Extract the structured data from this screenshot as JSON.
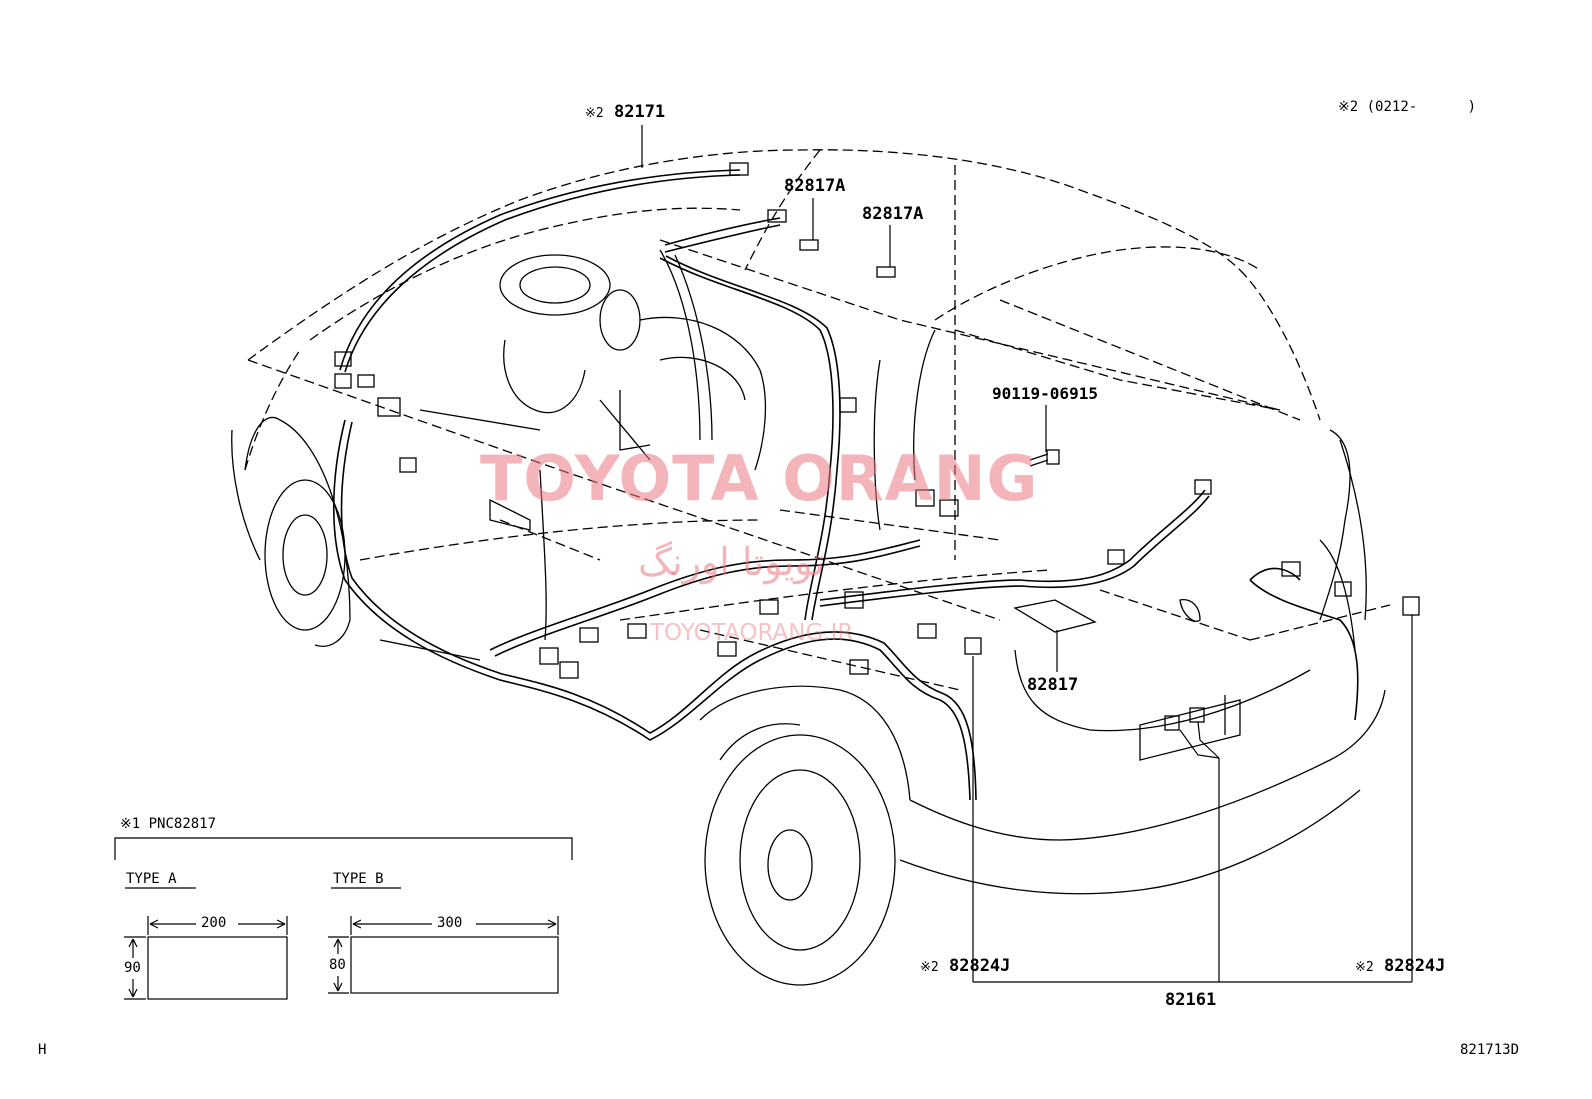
{
  "callouts": {
    "roof_harness": {
      "mark": "※2",
      "part": "82171"
    },
    "clip_a1": "82817A",
    "clip_a2": "82817A",
    "bolt": "90119-06915",
    "pad": "82817",
    "clamp_left": {
      "mark": "※2",
      "part": "82824J"
    },
    "clamp_right": {
      "mark": "※2",
      "part": "82824J"
    },
    "floor_harness": "82161"
  },
  "applicability_note": {
    "mark": "※2",
    "text": "(0212-",
    "close": ")"
  },
  "inset": {
    "title_mark": "※1",
    "title": "PNC82817",
    "type_a": {
      "label": "TYPE A",
      "width": "200",
      "height": "90"
    },
    "type_b": {
      "label": "TYPE B",
      "width": "300",
      "height": "80"
    }
  },
  "footer": {
    "left": "H",
    "right": "821713D"
  },
  "watermark": {
    "main": "TOYOTA ORANG",
    "persian": "تویوتا اورنگ",
    "url": "TOYOTAORANG.IR"
  }
}
